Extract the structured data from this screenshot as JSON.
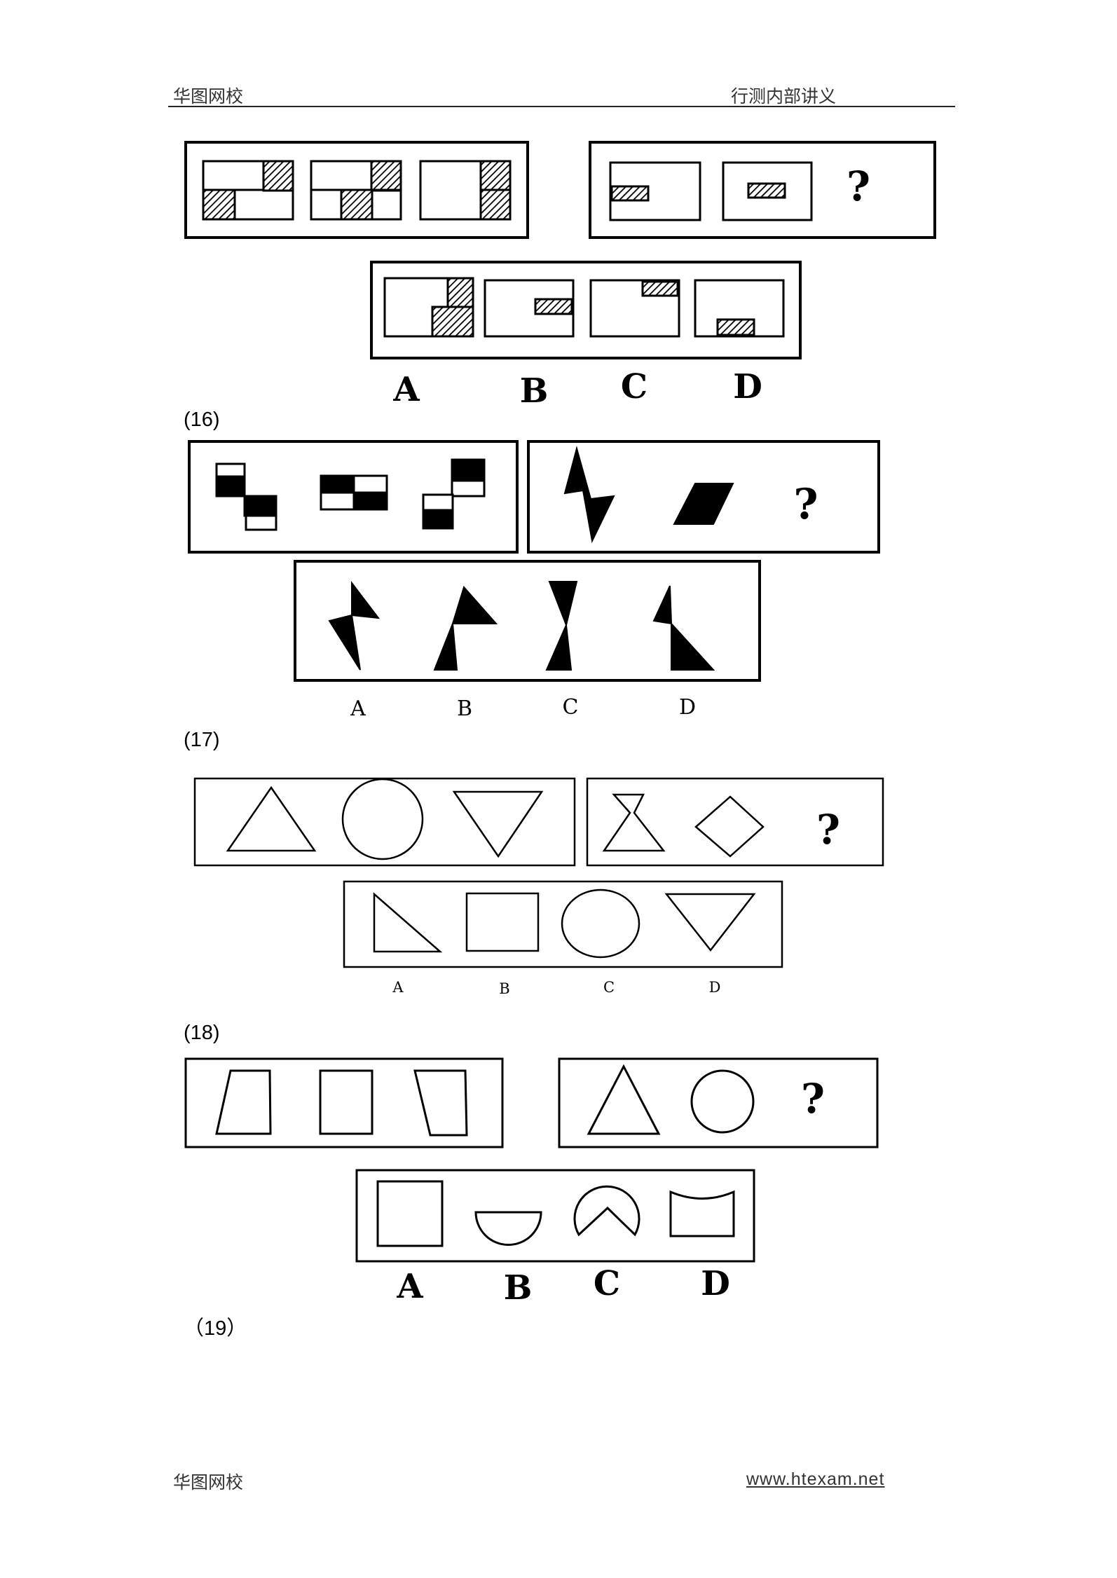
{
  "header": {
    "left": "华图网校",
    "right": "行测内部讲义"
  },
  "footer": {
    "left": "华图网校",
    "right": "www.htexam.net"
  },
  "questions": [
    {
      "number": "",
      "question_mark": "?",
      "options": [
        "A",
        "B",
        "C",
        "D"
      ]
    },
    {
      "number": "(16)",
      "question_mark": "?",
      "options": [
        "A",
        "B",
        "C",
        "D"
      ]
    },
    {
      "number": "(17)",
      "question_mark": "?",
      "options": [
        "A",
        "B",
        "C",
        "D"
      ]
    },
    {
      "number": "(18)",
      "question_mark": "?",
      "options": [
        "A",
        "B",
        "C",
        "D"
      ]
    },
    {
      "number": "（19）"
    }
  ],
  "colors": {
    "ink": "#000000",
    "header_text": "#333333"
  }
}
